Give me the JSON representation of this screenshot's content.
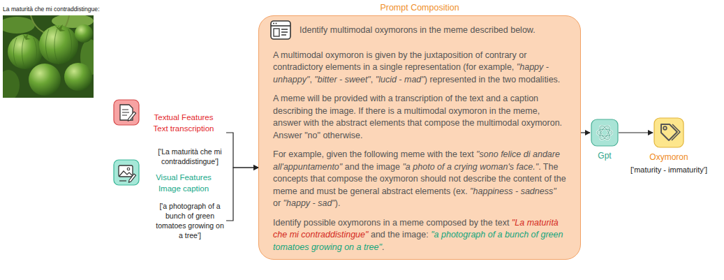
{
  "diagram": {
    "nodes": [
      {
        "text": [
          "La maturità che mi contraddistingue:"
        ]
      },
      {
        "text": [
          "Textual Features",
          "Text transcription",
          "['La maturità che mi contraddistingue']"
        ]
      },
      {
        "text": [
          "Visual Features",
          "Image caption",
          "['a photograph of a bunch of green tomatoes growing on a tree']"
        ]
      },
      {
        "text": [
          "Prompt Composition",
          "Identify multimodal oxymorons in the meme described below.",
          "A multimodal oxymoron is given by the juxtaposition of contrary or contradictory elements in a single representation (for example, \"happy - unhappy\", \"bitter - sweet\", \"lucid - mad\") represented in the two modalities.",
          "A meme will be provided with a transcription of the text and a caption describing the image. If there is a multimodal oxymoron in the meme, answer with the abstract elements that compose the multimodal oxymoron. Answer \"no\" otherwise.",
          "For example, given the following meme with the text \"sono felice di andare all'appuntamento\" and the image \"a photo of a crying woman's face.\". The concepts that compose the oxymoron should not describe the content of the meme and must be general abstract elements (ex. \"happiness - sadness\" or \"happy - sad\").",
          "Identify possible oxymorons in a meme composed by the text \"La maturità che mi contraddistingue\" and the image: \"a photograph of a bunch of green tomatoes growing on a tree\"."
        ]
      },
      {
        "text": [
          "Gpt"
        ]
      },
      {
        "text": [
          "Oxymoron",
          "['maturity - immaturity']"
        ]
      }
    ],
    "edges": [
      {
        "from": 1,
        "to": 3,
        "arrow": "to"
      },
      {
        "from": 2,
        "to": 3,
        "arrow": "to"
      },
      {
        "from": 3,
        "to": 4,
        "arrow": "to"
      },
      {
        "from": 4,
        "to": 5,
        "arrow": "to"
      }
    ]
  }
}
